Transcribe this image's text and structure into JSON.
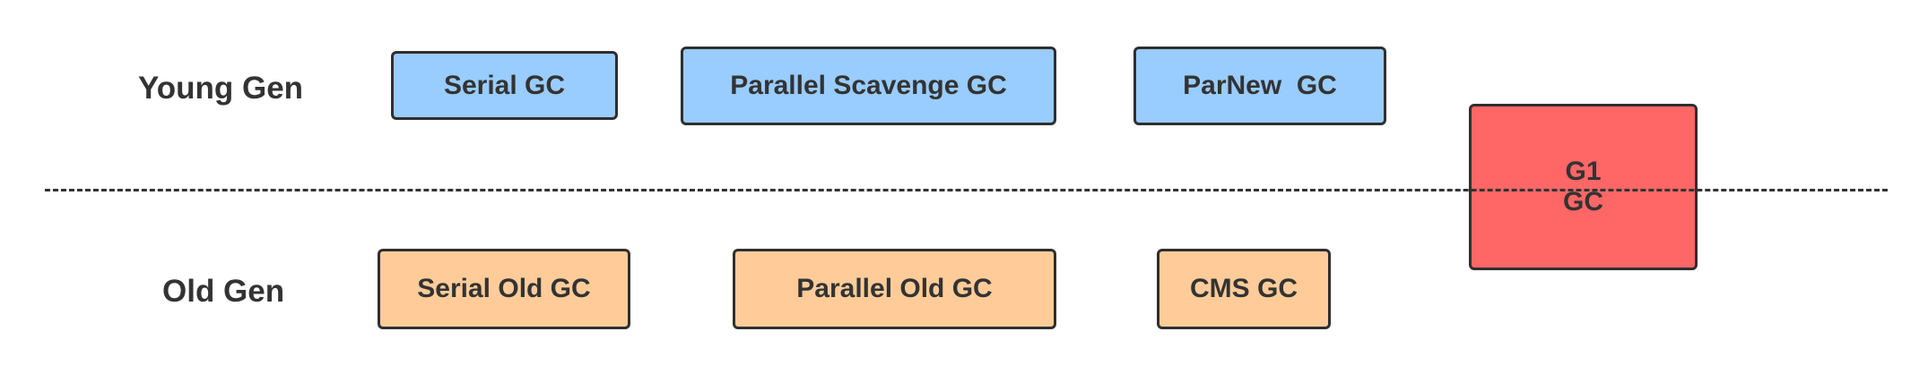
{
  "labels": {
    "young_gen": "Young Gen",
    "old_gen": "Old Gen"
  },
  "young_collectors": [
    "Serial GC",
    "Parallel Scavenge GC",
    "ParNew  GC"
  ],
  "old_collectors": [
    "Serial Old GC",
    "Parallel Old GC",
    "CMS GC"
  ],
  "g1": {
    "line1": "G1",
    "line2": "GC"
  },
  "colors": {
    "young_fill": "#99ccff",
    "old_fill": "#ffcc99",
    "g1_fill": "#ff6666",
    "border": "#2f2f2f",
    "text": "#333333"
  }
}
